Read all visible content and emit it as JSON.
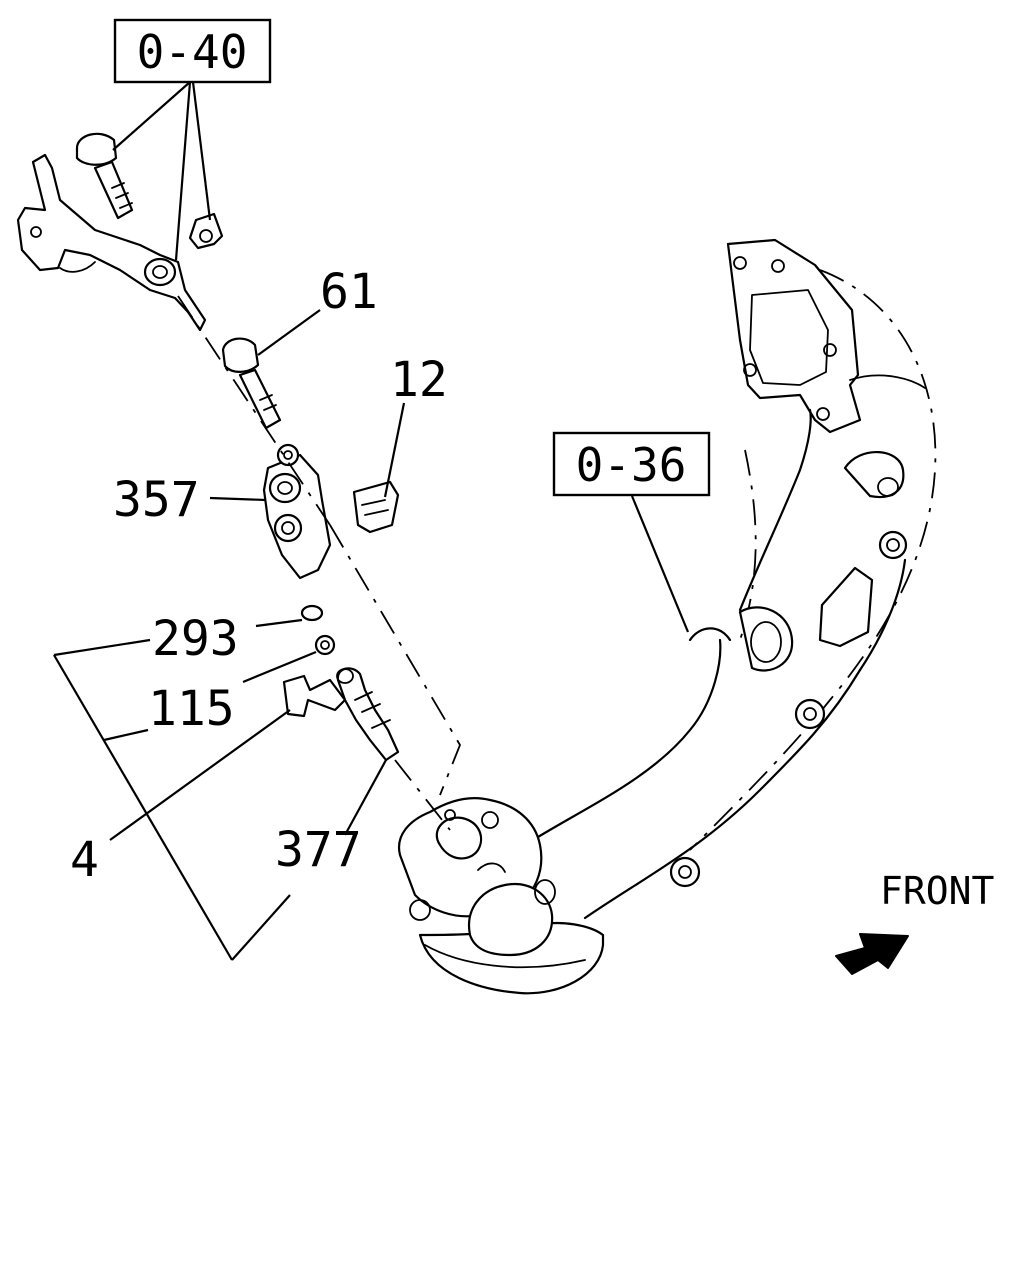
{
  "reference_boxes": {
    "ref_0_40": "0-40",
    "ref_0_36": "0-36"
  },
  "callouts": {
    "c61": "61",
    "c12": "12",
    "c357": "357",
    "c293": "293",
    "c115": "115",
    "c4": "4",
    "c377": "377"
  },
  "direction": {
    "label": "FRONT",
    "arrow_icon": "front-arrow-icon"
  }
}
